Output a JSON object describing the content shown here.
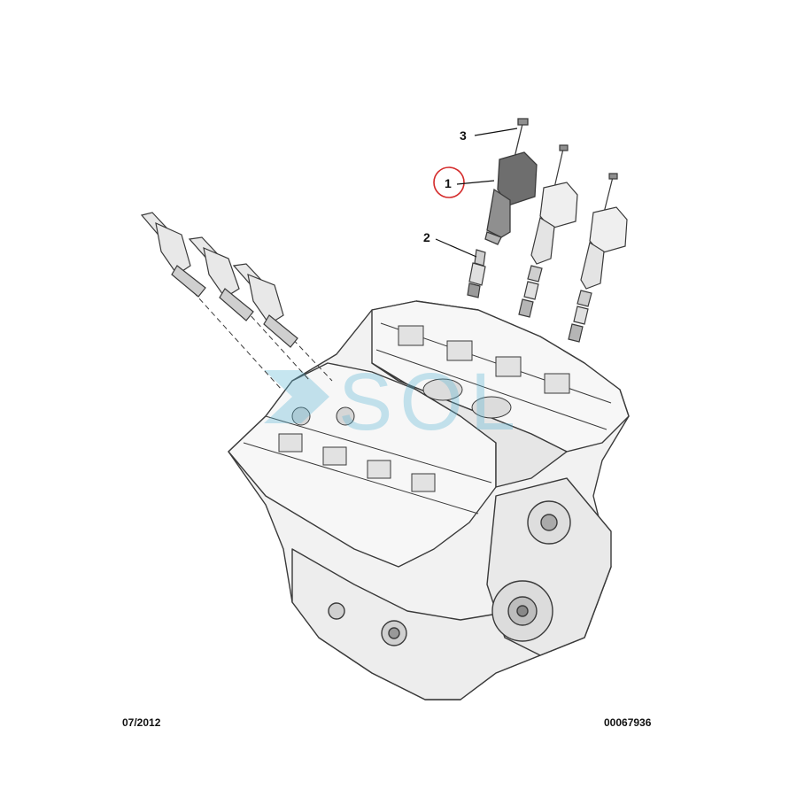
{
  "callouts": [
    {
      "id": "3",
      "label": "3"
    },
    {
      "id": "1",
      "label": "1",
      "highlighted": true
    },
    {
      "id": "2",
      "label": "2"
    }
  ],
  "watermark": "SOL",
  "footer": {
    "date": "07/2012",
    "reference": "00067936"
  },
  "colors": {
    "line": "#3a3a3a",
    "fill_light": "#f2f2f2",
    "fill_mid": "#d9d9d9",
    "fill_dark": "#9a9a9a",
    "highlight_circle": "#d42a2a",
    "watermark": "#5fb8d6"
  }
}
